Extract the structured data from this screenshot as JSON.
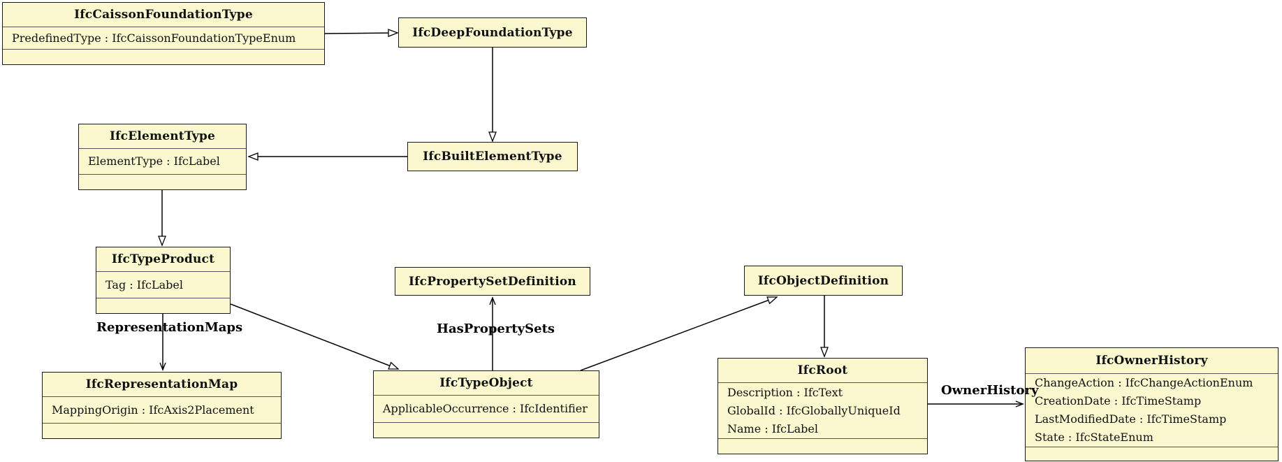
{
  "diagram": {
    "kind": "uml-class-diagram",
    "subject": "IFC type inheritance (IfcCaissonFoundationType)",
    "colors": {
      "class_fill": "#FBF7CE",
      "class_border": "#1A1A1A",
      "compartment_divider": "#555555",
      "edge": "#000000",
      "background": "#FFFFFF"
    }
  },
  "classes": {
    "ifcCaissonFoundationType": {
      "name": "IfcCaissonFoundationType",
      "attributes": [
        "PredefinedType : IfcCaissonFoundationTypeEnum"
      ]
    },
    "ifcDeepFoundationType": {
      "name": "IfcDeepFoundationType",
      "attributes": []
    },
    "ifcElementType": {
      "name": "IfcElementType",
      "attributes": [
        "ElementType : IfcLabel"
      ]
    },
    "ifcBuiltElementType": {
      "name": "IfcBuiltElementType",
      "attributes": []
    },
    "ifcTypeProduct": {
      "name": "IfcTypeProduct",
      "attributes": [
        "Tag : IfcLabel"
      ]
    },
    "ifcPropertySetDefinition": {
      "name": "IfcPropertySetDefinition",
      "attributes": []
    },
    "ifcObjectDefinition": {
      "name": "IfcObjectDefinition",
      "attributes": []
    },
    "ifcRepresentationMap": {
      "name": "IfcRepresentationMap",
      "attributes": [
        "MappingOrigin : IfcAxis2Placement"
      ]
    },
    "ifcTypeObject": {
      "name": "IfcTypeObject",
      "attributes": [
        "ApplicableOccurrence : IfcIdentifier"
      ]
    },
    "ifcRoot": {
      "name": "IfcRoot",
      "attributes": [
        "Description : IfcText",
        "GlobalId : IfcGloballyUniqueId",
        "Name : IfcLabel"
      ]
    },
    "ifcOwnerHistory": {
      "name": "IfcOwnerHistory",
      "attributes": [
        "ChangeAction : IfcChangeActionEnum",
        "CreationDate : IfcTimeStamp",
        "LastModifiedDate : IfcTimeStamp",
        "State : IfcStateEnum"
      ]
    }
  },
  "edge_labels": {
    "representation_maps": "RepresentationMaps",
    "has_property_sets": "HasPropertySets",
    "owner_history": "OwnerHistory"
  },
  "relationships": [
    {
      "type": "generalization",
      "from": "IfcCaissonFoundationType",
      "to": "IfcDeepFoundationType",
      "label": ""
    },
    {
      "type": "generalization",
      "from": "IfcDeepFoundationType",
      "to": "IfcBuiltElementType",
      "label": ""
    },
    {
      "type": "generalization",
      "from": "IfcBuiltElementType",
      "to": "IfcElementType",
      "label": ""
    },
    {
      "type": "generalization",
      "from": "IfcElementType",
      "to": "IfcTypeProduct",
      "label": ""
    },
    {
      "type": "generalization",
      "from": "IfcTypeProduct",
      "to": "IfcTypeObject",
      "label": ""
    },
    {
      "type": "generalization",
      "from": "IfcTypeObject",
      "to": "IfcObjectDefinition",
      "label": ""
    },
    {
      "type": "generalization",
      "from": "IfcObjectDefinition",
      "to": "IfcRoot",
      "label": ""
    },
    {
      "type": "association",
      "from": "IfcTypeProduct",
      "to": "IfcRepresentationMap",
      "label": "RepresentationMaps"
    },
    {
      "type": "association",
      "from": "IfcTypeObject",
      "to": "IfcPropertySetDefinition",
      "label": "HasPropertySets"
    },
    {
      "type": "association",
      "from": "IfcRoot",
      "to": "IfcOwnerHistory",
      "label": "OwnerHistory"
    }
  ]
}
